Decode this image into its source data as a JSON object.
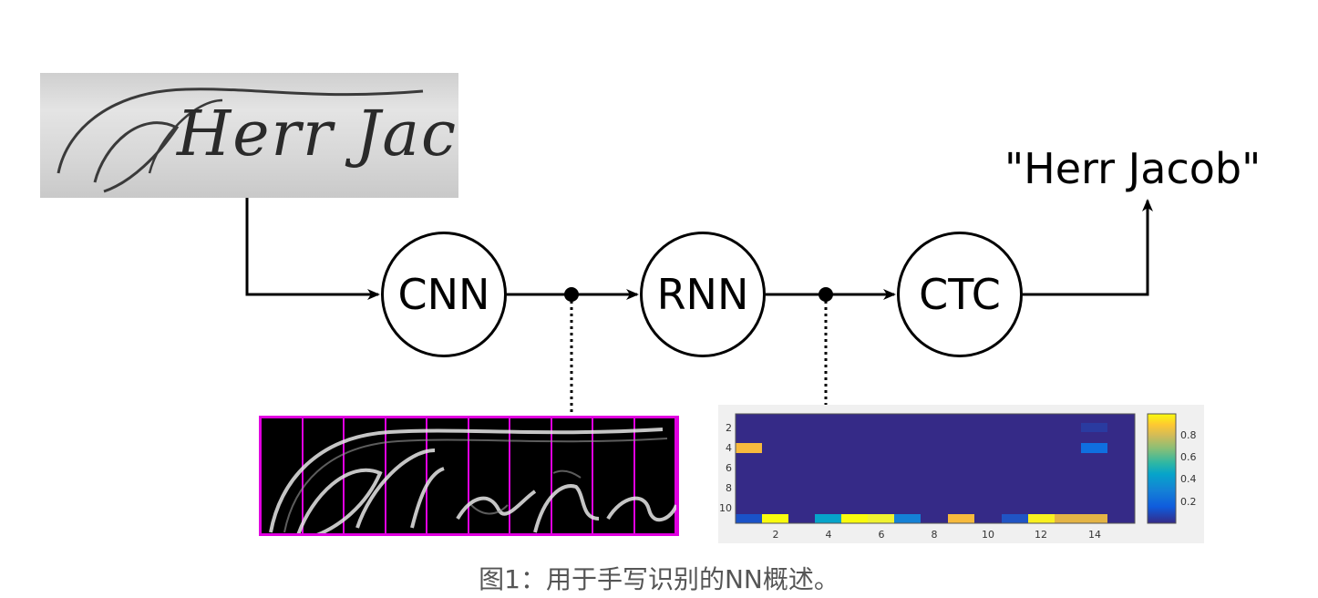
{
  "nodes": {
    "cnn": "CNN",
    "rnn": "RNN",
    "ctc": "CTC"
  },
  "output_text": "\"Herr Jacob\"",
  "input_image": {
    "handwritten_text": "Herr Jacob"
  },
  "heatmap": {
    "y_ticks": [
      "2",
      "4",
      "6",
      "8",
      "10"
    ],
    "x_ticks": [
      "2",
      "4",
      "6",
      "8",
      "10",
      "12",
      "14"
    ],
    "colorbar_ticks": [
      "0.8",
      "0.6",
      "0.4",
      "0.2"
    ],
    "colormap": [
      "#352a87",
      "#0f5cdd",
      "#1481d6",
      "#06a4ca",
      "#2eb7a4",
      "#87bf77",
      "#d1bb59",
      "#fec832",
      "#f9fb0e"
    ]
  },
  "caption": "图1：用于手写识别的NN概述。"
}
